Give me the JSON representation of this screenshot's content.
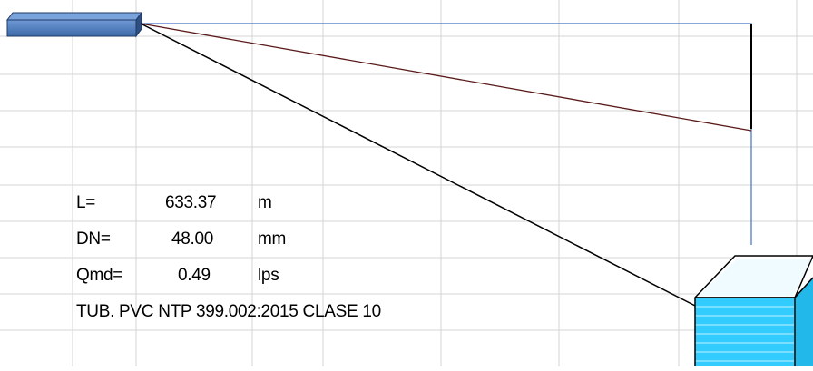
{
  "colors": {
    "grid": "#d4d4d4",
    "reservoir_top": "#4f81bd",
    "reservoir_dark": "#1f3864",
    "tank_water": "#33ccff",
    "line_blue": "#4472c4",
    "line_brown": "#5a1a1a",
    "line_black": "#000000"
  },
  "pipe_info": {
    "length_label": "L=",
    "length_value": "633.37",
    "length_unit": "m",
    "dn_label": "DN=",
    "dn_value": "48.00",
    "dn_unit": "mm",
    "flow_label": "Qmd=",
    "flow_value": "0.49",
    "flow_unit": "lps",
    "pipe_spec": "TUB. PVC NTP 399.002:2015 CLASE 10"
  }
}
